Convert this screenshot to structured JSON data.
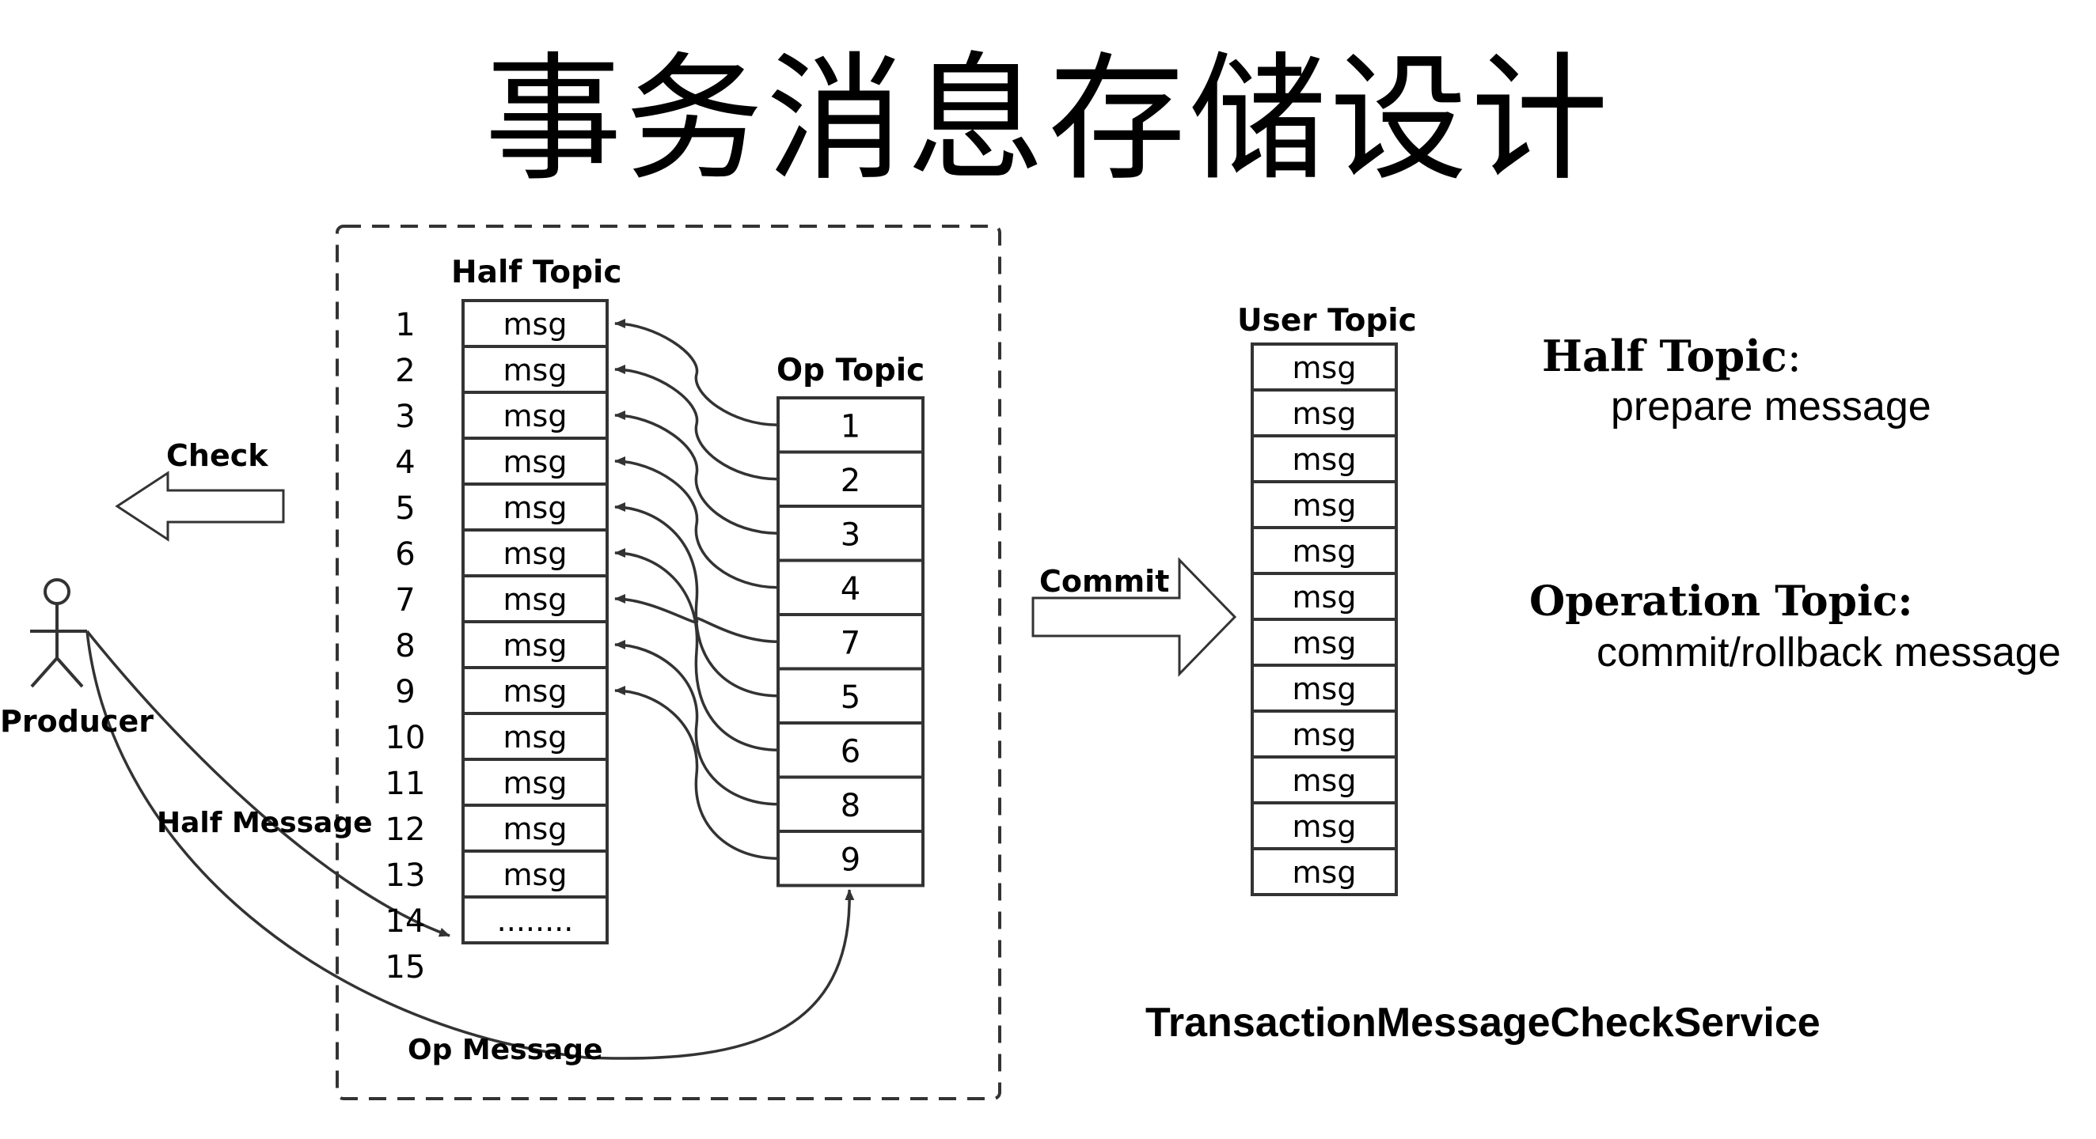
{
  "title": "事务消息存储设计",
  "half_topic": {
    "label": "Half Topic",
    "rows": [
      "msg",
      "msg",
      "msg",
      "msg",
      "msg",
      "msg",
      "msg",
      "msg",
      "msg",
      "msg",
      "msg",
      "msg",
      "msg",
      "........"
    ],
    "indices": [
      "1",
      "2",
      "3",
      "4",
      "5",
      "6",
      "7",
      "8",
      "9",
      "10",
      "11",
      "12",
      "13",
      "14",
      "15"
    ]
  },
  "op_topic": {
    "label": "Op Topic",
    "rows": [
      "1",
      "2",
      "3",
      "4",
      "7",
      "5",
      "6",
      "8",
      "9"
    ]
  },
  "user_topic": {
    "label": "User Topic",
    "rows": [
      "msg",
      "msg",
      "msg",
      "msg",
      "msg",
      "msg",
      "msg",
      "msg",
      "msg",
      "msg",
      "msg",
      "msg"
    ]
  },
  "labels": {
    "check": "Check",
    "commit": "Commit",
    "producer": "Producer",
    "half_message": "Half Message",
    "op_message": "Op Message",
    "service": "TransactionMessageCheckService"
  },
  "legend": {
    "half_title": "Half Topic",
    "half_colon": ":",
    "half_desc": "prepare message",
    "op_title": "Operation Topic:",
    "op_desc": "commit/rollback message"
  }
}
